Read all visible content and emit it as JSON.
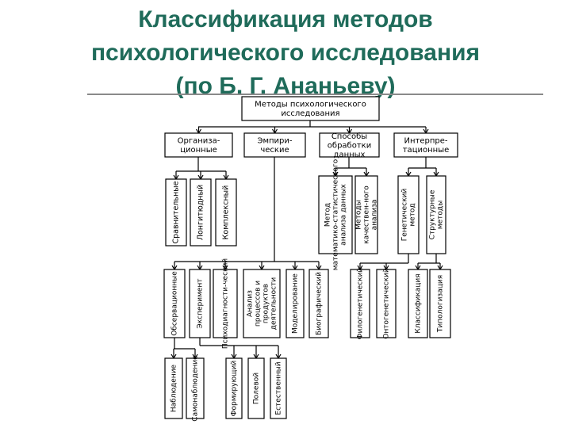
{
  "title": {
    "line1": "Классификация методов",
    "line2": "психологического исследования",
    "line3": "(по Б. Г. Ананьеву)"
  },
  "diagram": {
    "root": "Методы психологического исследования",
    "groups": [
      "Организа-ционные",
      "Эмпири-ческие",
      "Способы обработки данных",
      "Интерпре-тационные"
    ],
    "org_methods": [
      "Сравнительные",
      "Лонгитюдный",
      "Комплексный"
    ],
    "processing_methods": [
      "Метод математико-статистического анализа данных",
      "Методы качествен-ного анализа"
    ],
    "interp_methods": [
      "Генетический метод",
      "Структурные методы"
    ],
    "empirical_methods": [
      "Обсервационные",
      "Эксперимент",
      "Психодиагности-ческий",
      "Анализ процессов и продуктов деятельности",
      "Моделирование",
      "Биографический"
    ],
    "genetic_methods": [
      "Филогенетический",
      "Онтогенетический"
    ],
    "structural_methods": [
      "Классификация",
      "Типологизация"
    ],
    "observation_methods": [
      "Наблюдение",
      "Самонаблюдение"
    ],
    "experiment_methods": [
      "Формирующий",
      "Полевой",
      "Естественный"
    ]
  }
}
